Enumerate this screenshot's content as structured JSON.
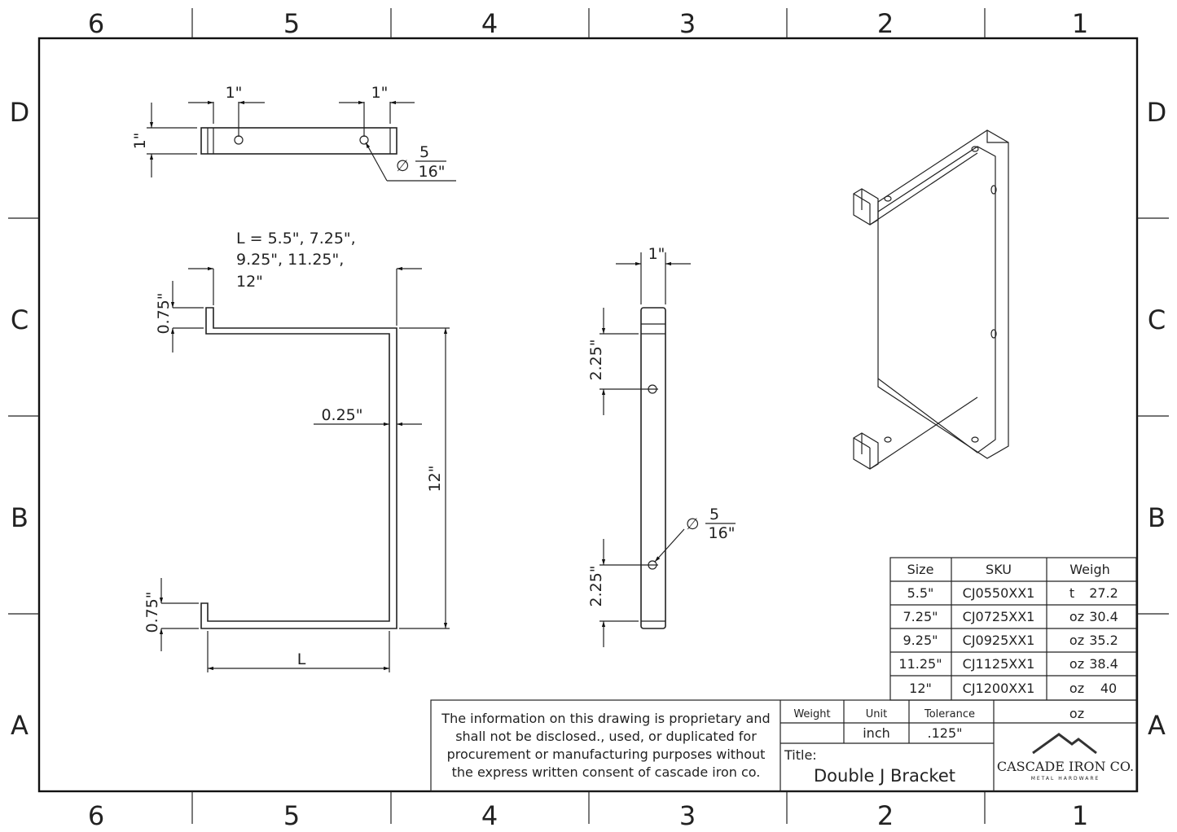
{
  "frame": {
    "columns": [
      "6",
      "5",
      "4",
      "3",
      "2",
      "1"
    ],
    "rows": [
      "D",
      "C",
      "B",
      "A"
    ]
  },
  "top_view": {
    "dim_left": "1\"",
    "dim_right": "1\"",
    "dim_height": "1\"",
    "hole_symbol": "∅",
    "hole_num": "5",
    "hole_den": "16\""
  },
  "side_view": {
    "length_line1": "L  =  5.5\",  7.25\",",
    "length_line2": "9.25\",       11.25\",",
    "length_line3": "12\"",
    "tab_top": "0.75\"",
    "thickness": "0.25\"",
    "height": "12\"",
    "tab_bottom": "0.75\"",
    "length_label": "L"
  },
  "front_view": {
    "width": "1\"",
    "hole_top_offset": "2.25\"",
    "hole_bottom_offset": "2.25\"",
    "hole_symbol": "∅",
    "hole_num": "5",
    "hole_den": "16\""
  },
  "size_table": {
    "headers": [
      "Size",
      "SKU",
      "Weigh"
    ],
    "rows": [
      [
        "5.5\"",
        "CJ0550XX1",
        "t",
        "27.2"
      ],
      [
        "7.25\"",
        "CJ0725XX1",
        "oz",
        "30.4"
      ],
      [
        "9.25\"",
        "CJ0925XX1",
        "oz",
        "35.2"
      ],
      [
        "11.25\"",
        "CJ1125XX1",
        "oz",
        "38.4"
      ],
      [
        "12\"",
        "CJ1200XX1",
        "oz",
        "40"
      ]
    ]
  },
  "title_block": {
    "disclaimer": [
      "The information on this drawing is proprietary and",
      "shall not be disclosed., used, or duplicated for",
      "procurement or manufacturing purposes without",
      "the express written consent of cascade iron co."
    ],
    "weight_label": "Weight",
    "unit_label": "Unit",
    "unit_value": "inch",
    "tolerance_label": "Tolerance",
    "tolerance_value": ".125\"",
    "weight_unit": "oz",
    "title_label": "Title:",
    "title_value": "Double J Bracket",
    "logo_name": "CASCADE IRON CO.",
    "logo_tagline": "METAL HARDWARE"
  }
}
